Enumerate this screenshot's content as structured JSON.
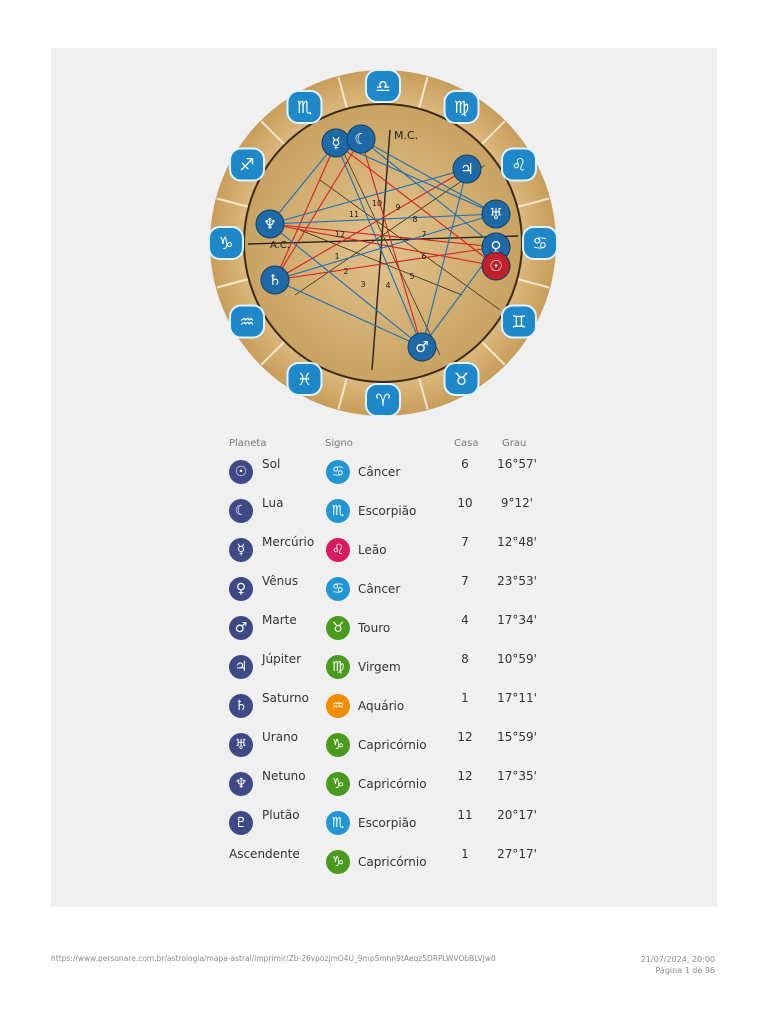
{
  "chart": {
    "mc_label": "M.C.",
    "ac_label": "A.C.",
    "house_numbers": [
      "1",
      "2",
      "3",
      "4",
      "5",
      "6",
      "7",
      "8",
      "9",
      "10",
      "11",
      "12"
    ],
    "signs_ring": [
      "♏",
      "♎",
      "♍",
      "♌",
      "♋",
      "♊",
      "♉",
      "♈",
      "♓",
      "♒",
      "♑",
      "♐"
    ],
    "planets": [
      "☿",
      "☾",
      "♃",
      "♅",
      "♀",
      "☉",
      "♆",
      "♄",
      "♂"
    ]
  },
  "table": {
    "headers": {
      "planeta": "Planeta",
      "signo": "Signo",
      "casa": "Casa",
      "grau": "Grau"
    },
    "rows": [
      {
        "planet": "Sol",
        "planet_icon": "☉",
        "sign": "Câncer",
        "sign_icon": "♋",
        "sign_color": "#2196d3",
        "casa": "6",
        "grau": "16°57'"
      },
      {
        "planet": "Lua",
        "planet_icon": "☾",
        "sign": "Escorpião",
        "sign_icon": "♏",
        "sign_color": "#2196d3",
        "casa": "10",
        "grau": "9°12'"
      },
      {
        "planet": "Mercúrio",
        "planet_icon": "☿",
        "sign": "Leão",
        "sign_icon": "♌",
        "sign_color": "#d81b60",
        "casa": "7",
        "grau": "12°48'"
      },
      {
        "planet": "Vênus",
        "planet_icon": "♀",
        "sign": "Câncer",
        "sign_icon": "♋",
        "sign_color": "#2196d3",
        "casa": "7",
        "grau": "23°53'"
      },
      {
        "planet": "Marte",
        "planet_icon": "♂",
        "sign": "Touro",
        "sign_icon": "♉",
        "sign_color": "#4a9a1e",
        "casa": "4",
        "grau": "17°34'"
      },
      {
        "planet": "Júpiter",
        "planet_icon": "♃",
        "sign": "Virgem",
        "sign_icon": "♍",
        "sign_color": "#4a9a1e",
        "casa": "8",
        "grau": "10°59'"
      },
      {
        "planet": "Saturno",
        "planet_icon": "♄",
        "sign": "Aquário",
        "sign_icon": "♒",
        "sign_color": "#f08c00",
        "casa": "1",
        "grau": "17°11'"
      },
      {
        "planet": "Urano",
        "planet_icon": "♅",
        "sign": "Capricórnio",
        "sign_icon": "♑",
        "sign_color": "#4a9a1e",
        "casa": "12",
        "grau": "15°59'"
      },
      {
        "planet": "Netuno",
        "planet_icon": "♆",
        "sign": "Capricórnio",
        "sign_icon": "♑",
        "sign_color": "#4a9a1e",
        "casa": "12",
        "grau": "17°35'"
      },
      {
        "planet": "Plutão",
        "planet_icon": "♇",
        "sign": "Escorpião",
        "sign_icon": "♏",
        "sign_color": "#2196d3",
        "casa": "11",
        "grau": "20°17'"
      },
      {
        "planet": "Ascendente",
        "planet_icon": "",
        "sign": "Capricórnio",
        "sign_icon": "♑",
        "sign_color": "#4a9a1e",
        "casa": "1",
        "grau": "27°17'"
      }
    ]
  },
  "footer": {
    "url": "https://www.personare.com.br/astrologia/mapa-astral/imprimir/Zb-26vpozjmO4U_9mpSmhn9tAeqz5DRPLWVObBLVJw0",
    "datetime": "21/07/2024, 20:00",
    "page": "Página 1 de 96"
  }
}
